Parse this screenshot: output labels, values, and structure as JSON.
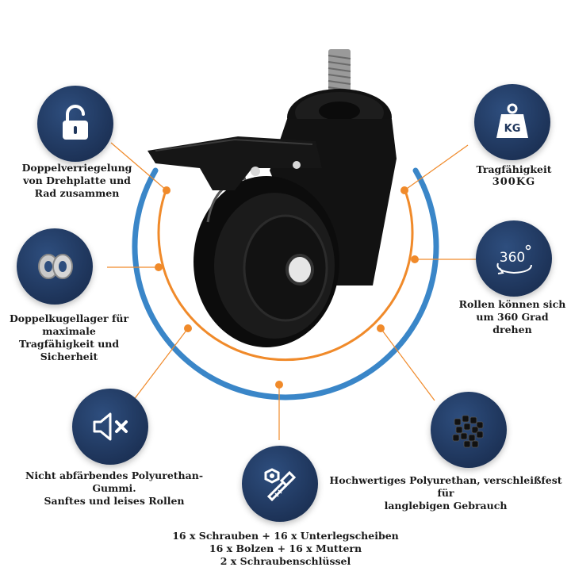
{
  "colors": {
    "accent_orange": "#f08a2a",
    "accent_blue": "#3a86c8",
    "badge_navy": "#1f365c"
  },
  "features": {
    "lock": {
      "icon": "unlocked-padlock-icon",
      "lines": [
        "Doppelverriegelung",
        "von Drehplatte und",
        "Rad zusammen"
      ]
    },
    "load": {
      "icon": "kg-weight-icon",
      "badge_text": "KG",
      "lines": [
        "Tragfähigkeit",
        "300KG"
      ]
    },
    "bearing": {
      "icon": "ball-bearing-icon",
      "lines": [
        "Doppelkugellager für",
        "maximale",
        "Tragfähigkeit und",
        "Sicherheit"
      ]
    },
    "rotation": {
      "icon": "360-rotation-icon",
      "badge_text": "360",
      "lines": [
        "Rollen können sich",
        "um 360 Grad drehen"
      ]
    },
    "silent": {
      "icon": "speaker-mute-icon",
      "lines": [
        "Nicht abfärbendes Polyurethan-Gummi.",
        "Sanftes und leises Rollen"
      ]
    },
    "material": {
      "icon": "polyurethane-granules-icon",
      "lines": [
        "Hochwertiges Polyurethan, verschleißfest für",
        "langlebigen Gebrauch"
      ]
    },
    "hardware": {
      "icon": "bolt-nut-icon",
      "lines": [
        "16 x Schrauben + 16 x Unterlegscheiben",
        "16 x Bolzen + 16 x Muttern",
        "2 x Schraubenschlüssel"
      ]
    }
  }
}
